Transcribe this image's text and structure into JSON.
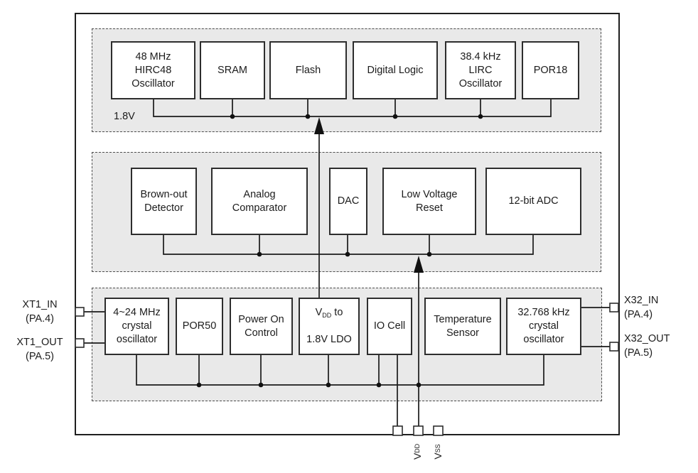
{
  "colors": {
    "section_fill": "#e9e9e9",
    "box_border": "#2d2d2d",
    "wire": "#1a1a1a",
    "text": "#1c1c1c"
  },
  "core_section": {
    "domain_label": "1.8V",
    "blocks": {
      "hirc48": "48 MHz\nHIRC48\nOscillator",
      "sram": "SRAM",
      "flash": "Flash",
      "digital_logic": "Digital Logic",
      "lirc": "38.4 kHz\nLIRC\nOscillator",
      "por18": "POR18"
    }
  },
  "analog_section": {
    "blocks": {
      "brown_out": "Brown-out\nDetector",
      "comparator": "Analog\nComparator",
      "dac": "DAC",
      "low_voltage_reset": "Low Voltage\nReset",
      "adc": "12-bit ADC"
    }
  },
  "power_io_section": {
    "blocks": {
      "hf_crystal": "4~24 MHz\ncrystal\noscillator",
      "por50": "POR50",
      "power_on_control": "Power On\nControl",
      "ldo": {
        "v": "V",
        "sub": "DD",
        "after": " to",
        "line2": "1.8V LDO"
      },
      "io_cell": "IO Cell",
      "temp_sensor": "Temperature\nSensor",
      "lf_crystal": "32.768 kHz\ncrystal\noscillator"
    }
  },
  "pins": {
    "left": [
      {
        "name": "XT1_IN",
        "port": "(PA.4)"
      },
      {
        "name": "XT1_OUT",
        "port": "(PA.5)"
      }
    ],
    "right": [
      {
        "name": "X32_IN",
        "port": "(PA.4)"
      },
      {
        "name": "X32_OUT",
        "port": "(PA.5)"
      }
    ],
    "bottom": [
      {
        "base": "V",
        "sub": "DD"
      },
      {
        "base": "V",
        "sub": "SS"
      }
    ]
  }
}
